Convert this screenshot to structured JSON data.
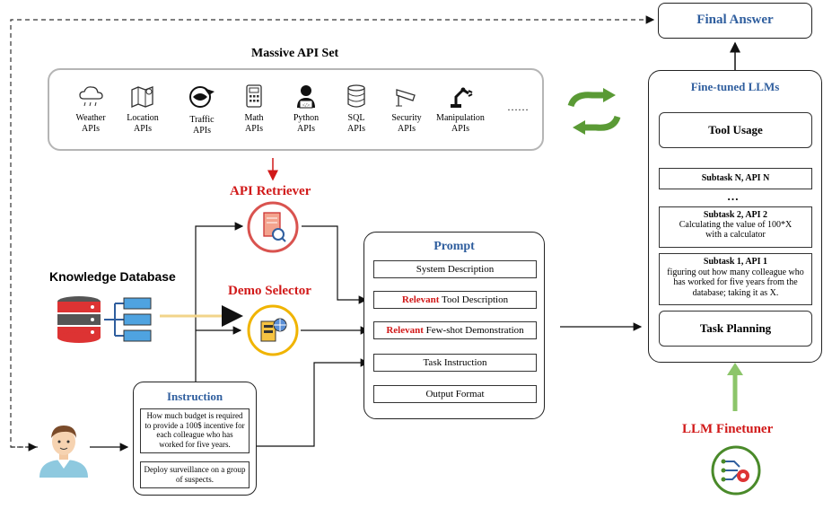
{
  "final_answer": "Final Answer",
  "massive_api_set": {
    "title": "Massive API Set",
    "items": [
      {
        "line1": "Weather",
        "line2": "APIs",
        "icon": "weather-icon"
      },
      {
        "line1": "Location",
        "line2": "APIs",
        "icon": "map-icon"
      },
      {
        "line1": "Traffic",
        "line2": "APIs",
        "icon": "traffic-icon"
      },
      {
        "line1": "Math",
        "line2": "APIs",
        "icon": "calculator-icon"
      },
      {
        "line1": "Python",
        "line2": "APIs",
        "icon": "python-icon"
      },
      {
        "line1": "SQL",
        "line2": "APIs",
        "icon": "database-icon"
      },
      {
        "line1": "Security",
        "line2": "APIs",
        "icon": "camera-icon"
      },
      {
        "line1": "Manipulation",
        "line2": "APIs",
        "icon": "robot-arm-icon"
      }
    ],
    "ellipsis": "……"
  },
  "api_retriever": "API Retriever",
  "demo_selector": "Demo Selector",
  "knowledge_database": "Knowledge Database",
  "prompt": {
    "title": "Prompt",
    "system_description": "System Description",
    "relevant_tool": {
      "highlight": "Relevant",
      "rest": " Tool Description"
    },
    "relevant_fewshot": {
      "highlight": "Relevant",
      "rest": " Few-shot Demonstration"
    },
    "task_instruction": "Task Instruction",
    "output_format": "Output Format"
  },
  "instruction": {
    "title": "Instruction",
    "example1": "How much budget is required to provide a 100$ incentive for each colleague who has worked for five years.",
    "example2": "Deploy surveillance on a group of suspects."
  },
  "finetuned_llms": {
    "title": "Fine-tuned LLMs",
    "tool_usage": "Tool Usage",
    "subtask_n": "Subtask N, API N",
    "dots": "…",
    "subtask_2_title": "Subtask 2, API 2",
    "subtask_2_body": "Calculating the value of 100*X with a calculator",
    "subtask_1_title": "Subtask 1, API 1",
    "subtask_1_body": "figuring out how many colleague who has worked for five years from the database; taking it as X.",
    "task_planning": "Task Planning"
  },
  "llm_finetuner": "LLM Finetuner",
  "colors": {
    "accent_red": "#d11919",
    "accent_blue": "#2f5e9e",
    "green": "#4a8a2a",
    "light_green": "#8cc56a",
    "yellow_arrow": "#f2d48a"
  }
}
